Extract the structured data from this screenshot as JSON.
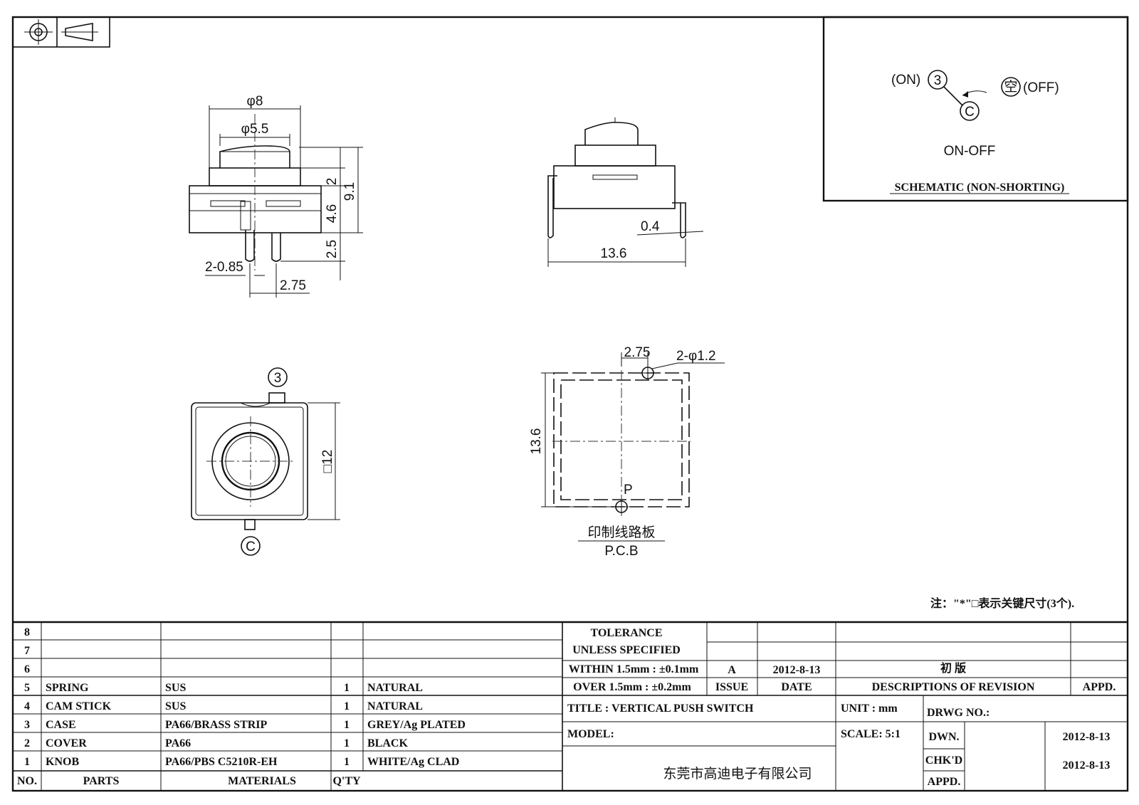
{
  "drawing": {
    "dimensions": {
      "phi8": "φ8",
      "phi5_5": "φ5.5",
      "d2": "2",
      "d4_6": "4.6",
      "d9_1": "9.1",
      "d2_5": "2.5",
      "pin_dia": "2-0.85",
      "pin_pitch": "2.75",
      "side_w": "13.6",
      "side_pin": "0.4",
      "square": "□12",
      "pcb_pitch": "2.75",
      "pcb_holes": "2-φ1.2",
      "pcb_h": "13.6",
      "pcb_p": "P"
    },
    "terminals": {
      "t3": "3",
      "tc": "C"
    },
    "pcb_label_cn": "印制线路板",
    "pcb_label_en": "P.C.B",
    "note": "注：\"*\"□表示关键尺寸(3个)."
  },
  "schematic": {
    "on_label": "(ON)",
    "t3": "3",
    "tc": "C",
    "empty_char": "空",
    "off_label": "(OFF)",
    "mode": "ON-OFF",
    "caption": "SCHEMATIC (NON-SHORTING)"
  },
  "bom": {
    "headers": {
      "no": "NO.",
      "parts": "PARTS",
      "materials": "MATERIALS",
      "qty": "Q'TY"
    },
    "rows": [
      {
        "no": "8",
        "part": "",
        "material": "",
        "qty": "",
        "finish": ""
      },
      {
        "no": "7",
        "part": "",
        "material": "",
        "qty": "",
        "finish": ""
      },
      {
        "no": "6",
        "part": "",
        "material": "",
        "qty": "",
        "finish": ""
      },
      {
        "no": "5",
        "part": "SPRING",
        "material": "SUS",
        "qty": "1",
        "finish": "NATURAL"
      },
      {
        "no": "4",
        "part": "CAM STICK",
        "material": "SUS",
        "qty": "1",
        "finish": "NATURAL"
      },
      {
        "no": "3",
        "part": "CASE",
        "material": "PA66/BRASS STRIP",
        "qty": "1",
        "finish": "GREY/Ag PLATED"
      },
      {
        "no": "2",
        "part": "COVER",
        "material": "PA66",
        "qty": "1",
        "finish": "BLACK"
      },
      {
        "no": "1",
        "part": "KNOB",
        "material": "PA66/PBS C5210R-EH",
        "qty": "1",
        "finish": "WHITE/Ag CLAD"
      }
    ]
  },
  "title_block": {
    "tolerance_1": "TOLERANCE",
    "tolerance_2": "UNLESS  SPECIFIED",
    "tolerance_3": "WITHIN 1.5mm : ±0.1mm",
    "tolerance_4": "OVER 1.5mm : ±0.2mm",
    "issue_value": "A",
    "date_value": "2012-8-13",
    "revision_desc": "初  版",
    "issue_label": "ISSUE",
    "date_label": "DATE",
    "desc_label": "DESCRIPTIONS OF REVISION",
    "appd_label": "APPD.",
    "title": "TITLE :  VERTICAL PUSH SWITCH",
    "unit": "UNIT :  mm",
    "drwg_no": "DRWG NO.:",
    "model": "MODEL:",
    "scale": "SCALE:  5:1",
    "dwn_label": "DWN.",
    "dwn_date": "2012-8-13",
    "chkd_label": "CHK'D",
    "chkd_date": "2012-8-13",
    "appd2_label": "APPD.",
    "company": "东莞市高迪电子有限公司"
  }
}
